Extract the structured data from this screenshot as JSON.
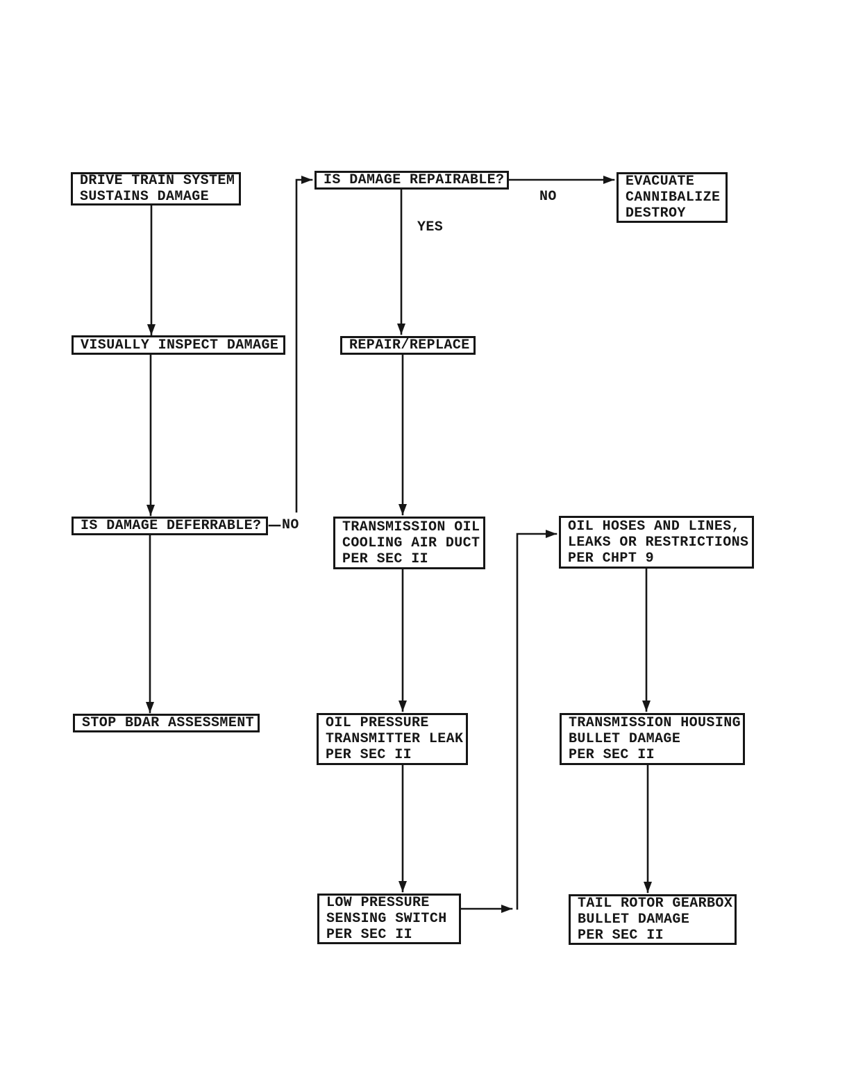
{
  "colors": {
    "ink": "#161616",
    "background": "#ffffff"
  },
  "nodes": {
    "drive_train": {
      "text": "DRIVE TRAIN SYSTEM\nSUSTAINS DAMAGE"
    },
    "is_repairable": {
      "text": "IS DAMAGE REPAIRABLE?"
    },
    "evacuate": {
      "text": "EVACUATE\nCANNIBALIZE\nDESTROY"
    },
    "visually_inspect": {
      "text": "VISUALLY INSPECT DAMAGE"
    },
    "repair_replace": {
      "text": "REPAIR/REPLACE"
    },
    "is_deferrable": {
      "text": "IS DAMAGE DEFERRABLE?"
    },
    "transmission_oil": {
      "text": "TRANSMISSION OIL\nCOOLING AIR DUCT\nPER SEC II"
    },
    "oil_hoses": {
      "text": "OIL HOSES AND LINES,\nLEAKS OR RESTRICTIONS\nPER CHPT 9"
    },
    "stop_bdar": {
      "text": "STOP BDAR ASSESSMENT"
    },
    "oil_pressure": {
      "text": "OIL PRESSURE\nTRANSMITTER LEAK\nPER SEC II"
    },
    "transmission_housing": {
      "text": "TRANSMISSION HOUSING\nBULLET DAMAGE\nPER SEC II"
    },
    "low_pressure": {
      "text": "LOW PRESSURE\nSENSING SWITCH\nPER SEC II"
    },
    "tail_rotor": {
      "text": "TAIL ROTOR GEARBOX\nBULLET DAMAGE\nPER SEC II"
    }
  },
  "edge_labels": {
    "repairable_no": "NO",
    "repairable_yes": "YES",
    "deferrable_no": "NO"
  }
}
